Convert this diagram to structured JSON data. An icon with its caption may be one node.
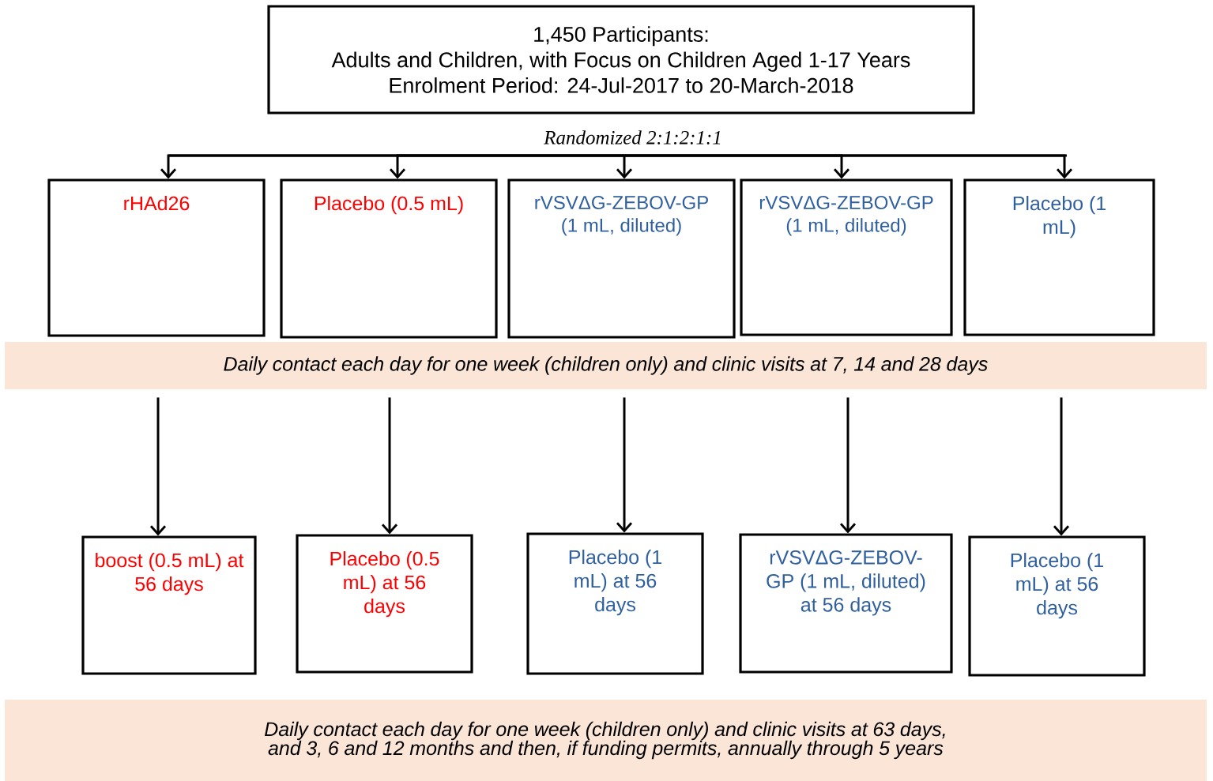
{
  "diagram": {
    "nodes": [
      {
        "text": [
          "1,450 Participants:",
          "Adults and Children, with Focus on Children Aged 1-17 Years",
          "Enrolment Period:  24-Jul-2017 to 20-March-2018"
        ]
      },
      {
        "text": [
          "rHAd26"
        ]
      },
      {
        "text": [
          "Placebo (0.5 mL)"
        ]
      },
      {
        "text": [
          "rVSVΔG-ZEBOV-GP (1 mL, diluted)"
        ]
      },
      {
        "text": [
          "rVSVΔG-ZEBOV-GP (1 mL, diluted)"
        ]
      },
      {
        "text": [
          "Placebo (1 mL)"
        ]
      },
      {
        "text": [
          "Daily contact each day for one week (children only) and clinic visits at 7, 14 and 28 days"
        ]
      },
      {
        "text": [
          "boost (0.5 mL) at 56 days"
        ]
      },
      {
        "text": [
          "Placebo (0.5 mL) at 56 days"
        ]
      },
      {
        "text": [
          "Placebo (1 mL) at 56 days"
        ]
      },
      {
        "text": [
          "rVSVΔG-ZEBOV-GP (1 mL, diluted) at 56 days"
        ]
      },
      {
        "text": [
          "Placebo (1 mL) at 56 days"
        ]
      },
      {
        "text": [
          "Daily contact each day for one week (children only) and clinic visits at 63 days, and 3, 6 and 12 months and then, if funding permits, annually through 5 years"
        ]
      }
    ],
    "edges": [
      {
        "from": null,
        "to": 1,
        "arrow": "to"
      },
      {
        "from": null,
        "to": 2,
        "arrow": "to"
      },
      {
        "from": null,
        "to": 3,
        "arrow": "to"
      },
      {
        "from": null,
        "to": 4,
        "arrow": "to"
      },
      {
        "from": null,
        "to": 5,
        "arrow": "to"
      },
      {
        "from": 6,
        "to": 7,
        "arrow": "to"
      },
      {
        "from": 6,
        "to": 8,
        "arrow": "to"
      },
      {
        "from": 6,
        "to": 9,
        "arrow": "to"
      },
      {
        "from": 6,
        "to": 10,
        "arrow": "to"
      },
      {
        "from": 6,
        "to": 11,
        "arrow": "to"
      }
    ],
    "labels": [
      "Randomized 2:1:2:1:1"
    ]
  }
}
